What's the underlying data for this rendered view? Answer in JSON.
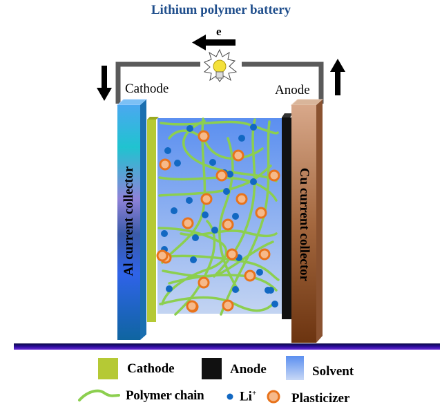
{
  "title": "Lithium polymer battery",
  "electron_label": "e",
  "labels": {
    "cathode": "Cathode",
    "anode": "Anode",
    "al_collector": "Al current collector",
    "cu_collector": "Cu current collector"
  },
  "legend": {
    "cathode": "Cathode",
    "anode": "Anode",
    "solvent": "Solvent",
    "polymer_chain": "Polymer chain",
    "li_ion": "Li",
    "li_ion_sup": "+",
    "plasticizer": "Plasticizer"
  },
  "colors": {
    "title": "#1f4e8c",
    "cathode": "#b5c935",
    "anode": "#111111",
    "solvent_top": "#5b8ff0",
    "solvent_bottom": "#c3d4f2",
    "polymer": "#8ccf4f",
    "li_ion": "#1268c2",
    "plasticizer_ring": "#e8731c",
    "plasticizer_fill": "#f6b98a",
    "wire": "#5a5a5a",
    "bulb": "#f4e13a",
    "baseline": "#3a10a8"
  }
}
